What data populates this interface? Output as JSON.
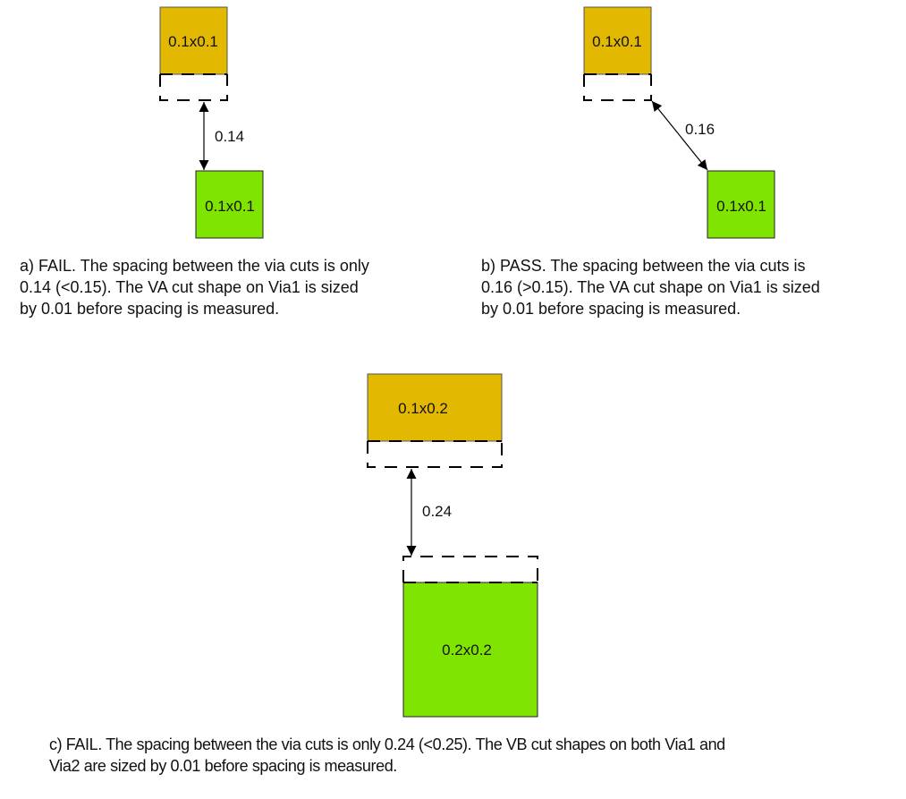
{
  "colors": {
    "via1_fill": "#e3b800",
    "via2_fill": "#7fe400",
    "outline": "#333333",
    "dashed": "#000000"
  },
  "panels": [
    {
      "id": "a",
      "via1_label": "0.1x0.1",
      "via2_label": "0.1x0.1",
      "spacing_label": "0.14",
      "result": "FAIL",
      "caption_lines": [
        "a) FAIL. The spacing between the via cuts is only",
        "0.14 (<0.15). The VA cut shape on Via1 is sized",
        "by 0.01 before spacing is measured."
      ]
    },
    {
      "id": "b",
      "via1_label": "0.1x0.1",
      "via2_label": "0.1x0.1",
      "spacing_label": "0.16",
      "result": "PASS",
      "caption_lines": [
        "b) PASS. The spacing between the via cuts is",
        "0.16 (>0.15). The VA cut shape on Via1 is sized",
        "by 0.01 before spacing is measured."
      ]
    },
    {
      "id": "c",
      "via1_label": "0.1x0.2",
      "via2_label": "0.2x0.2",
      "spacing_label": "0.24",
      "result": "FAIL",
      "caption_lines": [
        "c) FAIL. The spacing between the via cuts is only 0.24 (<0.25). The VB cut shapes on both Via1 and",
        "Via2 are sized by 0.01 before spacing is measured."
      ]
    }
  ]
}
